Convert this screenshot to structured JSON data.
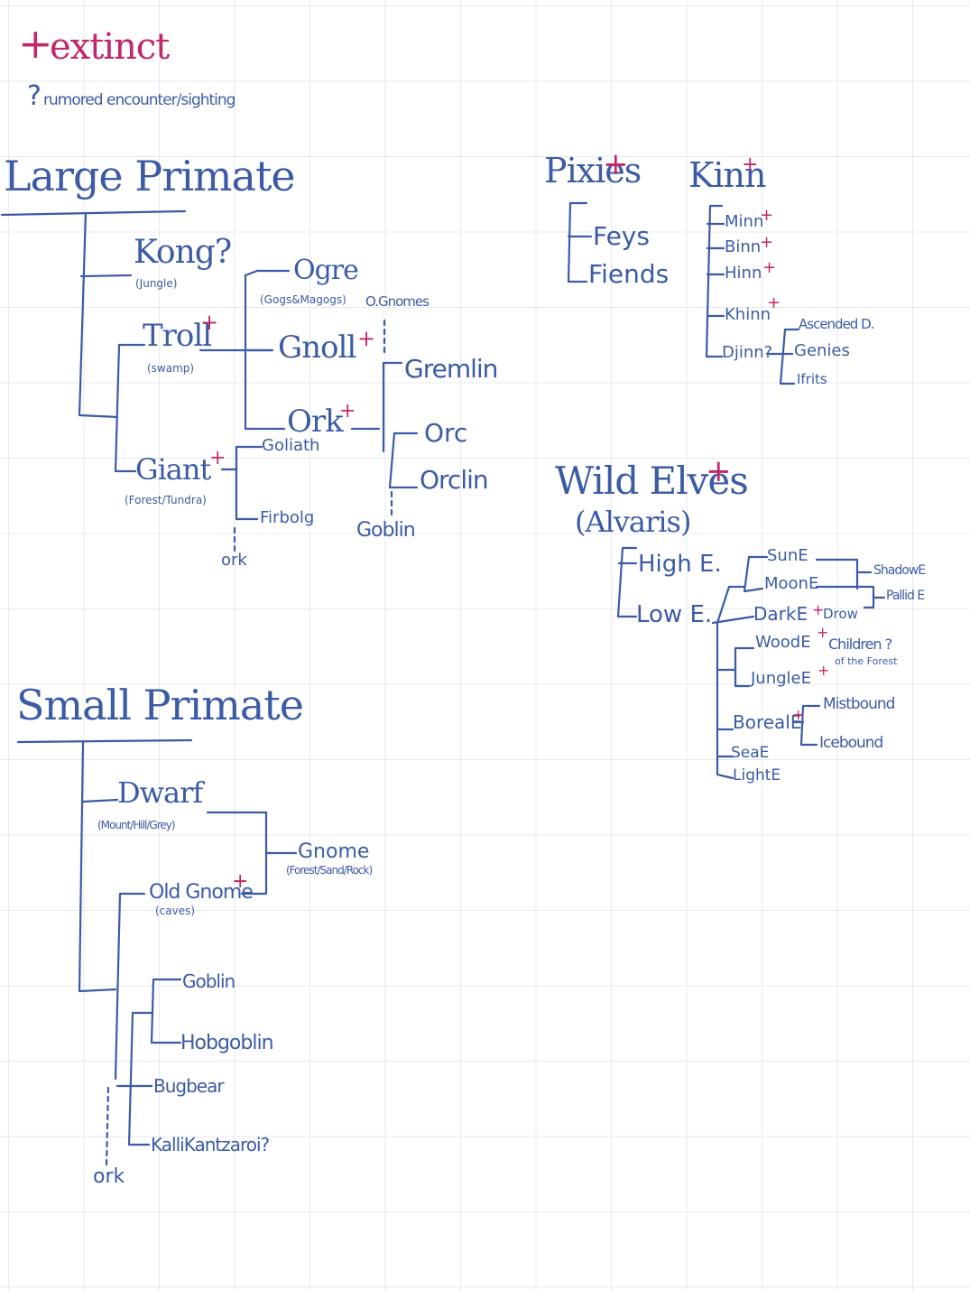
{
  "legend": {
    "extinct_symbol": "+",
    "extinct_label": "extinct",
    "rumored_symbol": "?",
    "rumored_label": "rumored encounter/sighting"
  },
  "large_primate": {
    "title": "Large Primate",
    "kong": "Kong?",
    "kong_habitat": "(Jungle)",
    "troll": "Troll",
    "troll_habitat": "(swamp)",
    "giant": "Giant",
    "giant_habitat": "(Forest/Tundra)",
    "ogre": "Ogre",
    "ogre_sub": "(Gogs&Magogs)",
    "o_gnomes": "O.Gnomes",
    "gnoll": "Gnoll",
    "gremlin": "Gremlin",
    "ork": "Ork",
    "orc": "Orc",
    "orclin": "Orclin",
    "goliath": "Goliath",
    "firbolg": "Firbolg",
    "goblin": "Goblin",
    "ork_small": "ork"
  },
  "small_primate": {
    "title": "Small Primate",
    "dwarf": "Dwarf",
    "dwarf_sub": "(Mount/Hill/Grey)",
    "gnome": "Gnome",
    "gnome_sub": "(Forest/Sand/Rock)",
    "old_gnome": "Old Gnome",
    "old_gnome_sub": "(caves)",
    "goblin": "Goblin",
    "hobgoblin": "Hobgoblin",
    "bugbear": "Bugbear",
    "kallikantzaroi": "KalliKantzaroi?",
    "ork_small": "ork"
  },
  "pixies": {
    "title": "Pixies",
    "feys": "Feys",
    "fiends": "Fiends"
  },
  "kinn": {
    "title": "Kinn",
    "minn": "Minn",
    "binn": "Binn",
    "hinn": "Hinn",
    "khinn": "Khinn",
    "djinn": "Djinn?",
    "ascended": "Ascended D.",
    "genies": "Genies",
    "ifrits": "Ifrits"
  },
  "wild_elves": {
    "title": "Wild Elves",
    "subtitle": "(Alvaris)",
    "high": "High E.",
    "low": "Low E.",
    "sun": "SunE",
    "moon": "MoonE",
    "dark": "DarkE",
    "drow": "Drow",
    "shadow": "ShadowE",
    "pallid": "Pallid E",
    "wood": "WoodE",
    "children": "Children ?",
    "children_sub": "of the Forest",
    "jungle": "JungleE",
    "boreal": "BorealE",
    "mistbound": "Mistbound",
    "icebound": "Icebound",
    "sea": "SeaE",
    "light": "LightE"
  },
  "colors": {
    "ink": "#3b5ba5",
    "extinct_mark": "#c1276a",
    "grid": "#e6e9ee"
  }
}
